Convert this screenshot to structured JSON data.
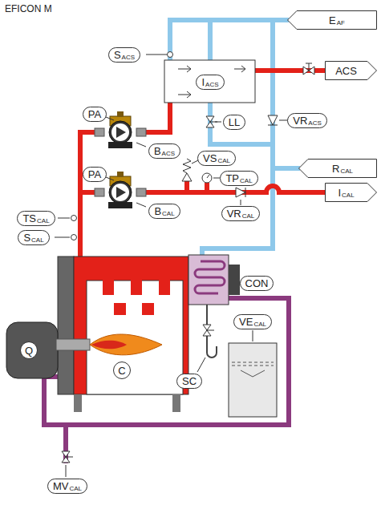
{
  "diagram": {
    "title": "EFICON M",
    "nodes": [
      {
        "text": [
          "E",
          "AF"
        ]
      },
      {
        "text": [
          "S",
          "ACS"
        ]
      },
      {
        "text": [
          "I",
          "ACS"
        ]
      },
      {
        "text": [
          "ACS"
        ]
      },
      {
        "text": [
          "PA"
        ]
      },
      {
        "text": [
          "LL"
        ]
      },
      {
        "text": [
          "VR",
          "ACS"
        ]
      },
      {
        "text": [
          "B",
          "ACS"
        ]
      },
      {
        "text": [
          "VS",
          "CAL"
        ]
      },
      {
        "text": [
          "TP",
          "CAL"
        ]
      },
      {
        "text": [
          "R",
          "CAL"
        ]
      },
      {
        "text": [
          "PA"
        ]
      },
      {
        "text": [
          "I",
          "CAL"
        ]
      },
      {
        "text": [
          "B",
          "CAL"
        ]
      },
      {
        "text": [
          "TS",
          "CAL"
        ]
      },
      {
        "text": [
          "VR",
          "CAL"
        ]
      },
      {
        "text": [
          "S",
          "CAL"
        ]
      },
      {
        "text": [
          "CON"
        ]
      },
      {
        "text": [
          "VE",
          "CAL"
        ]
      },
      {
        "text": [
          "Q"
        ]
      },
      {
        "text": [
          "C"
        ]
      },
      {
        "text": [
          "SC"
        ]
      },
      {
        "text": [
          "MV",
          "CAL"
        ]
      }
    ]
  }
}
